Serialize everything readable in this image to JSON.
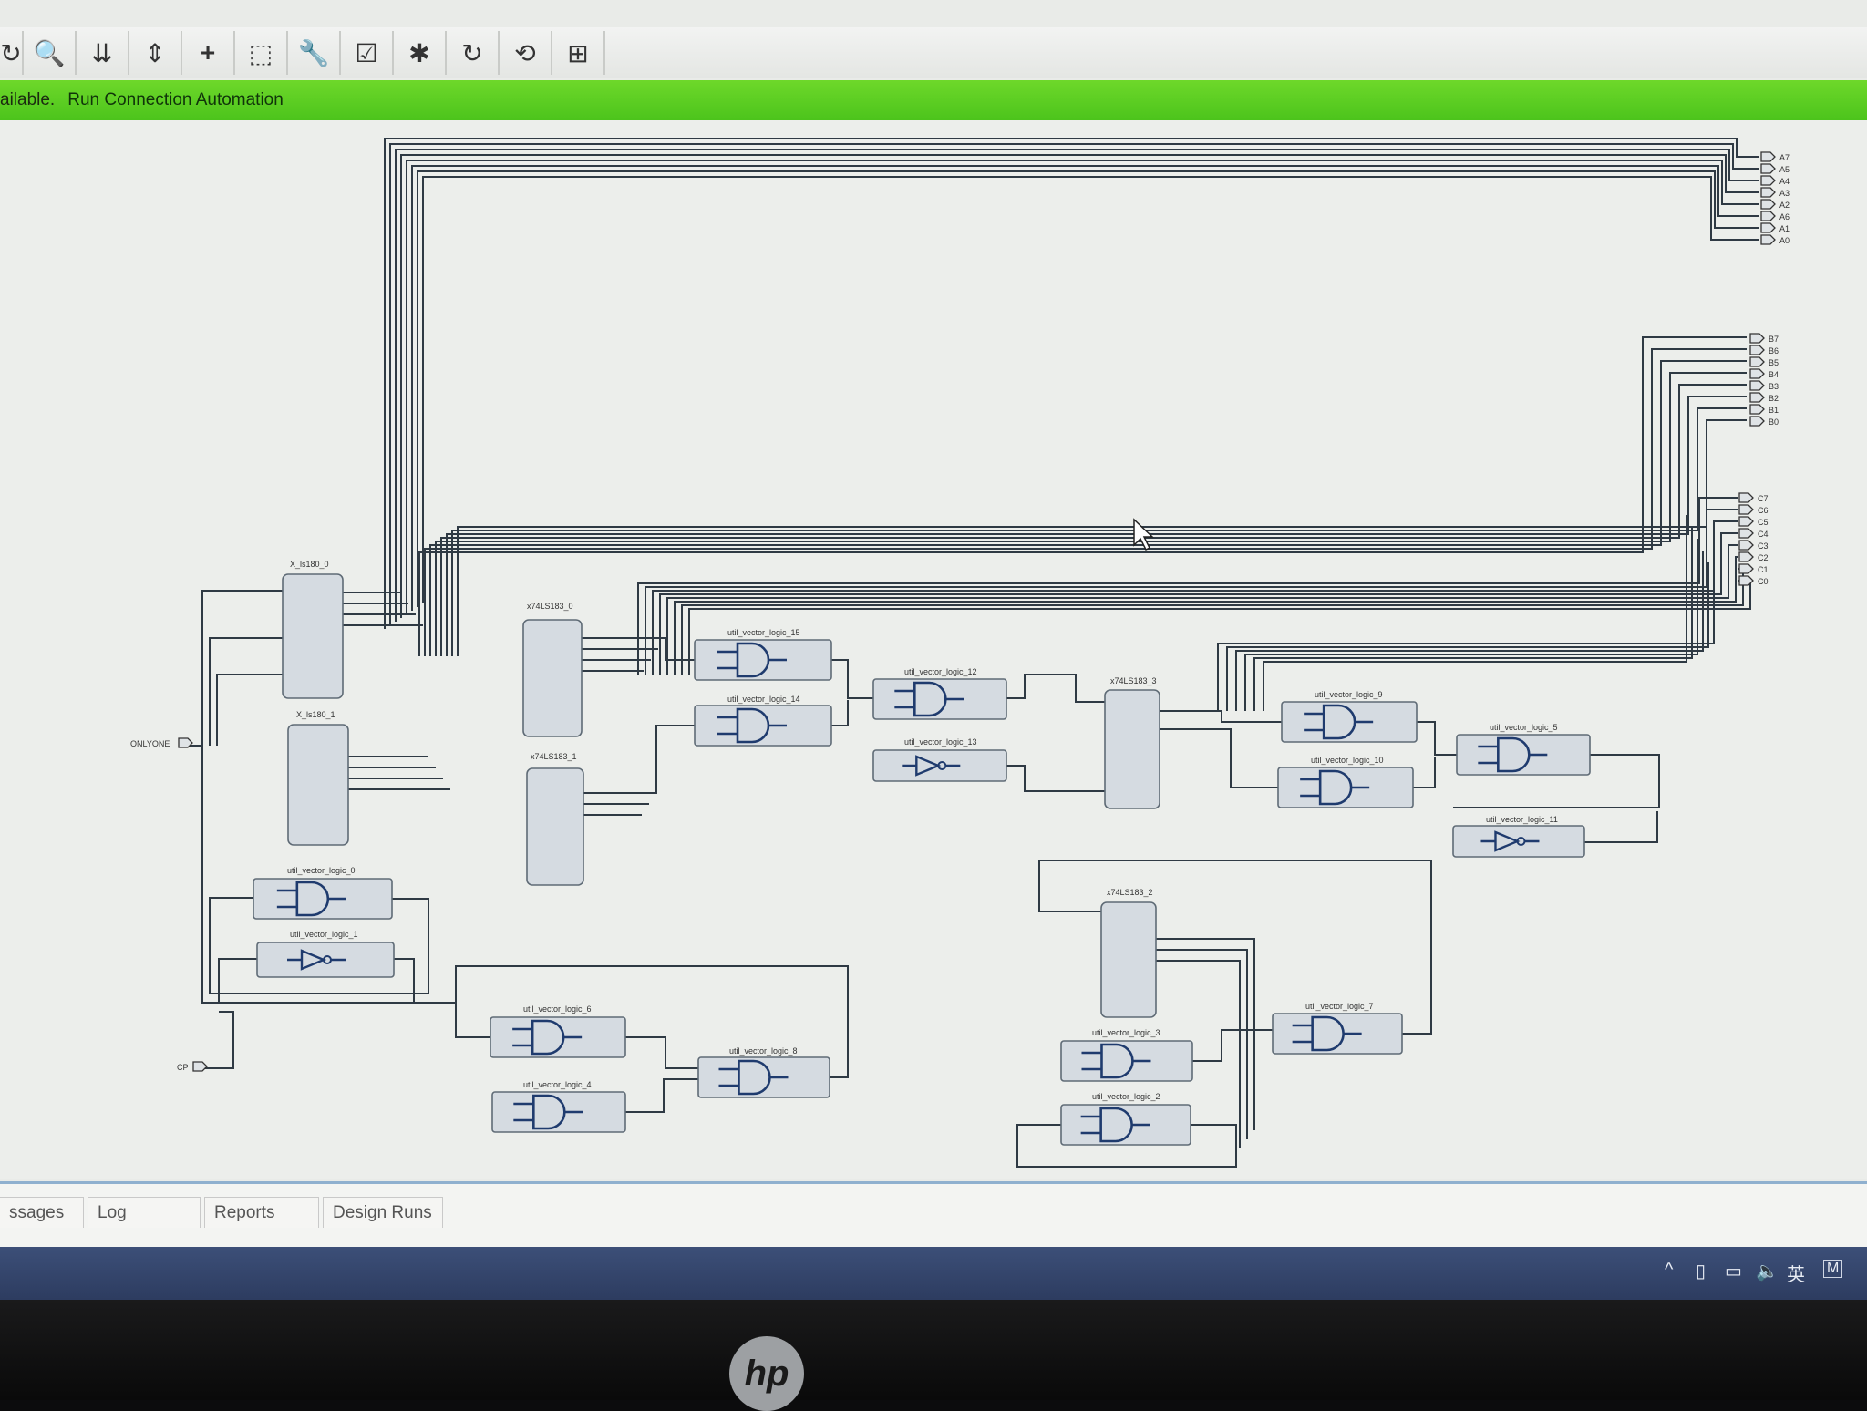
{
  "toolbar": {
    "buttons": [
      {
        "name": "redo-icon",
        "glyph": "↻"
      },
      {
        "name": "zoom-icon",
        "glyph": "🔍"
      },
      {
        "name": "collapse-all-icon",
        "glyph": "⇊"
      },
      {
        "name": "expand-icon",
        "glyph": "⇕"
      },
      {
        "name": "add-ip-icon",
        "glyph": "+"
      },
      {
        "name": "select-area-icon",
        "glyph": "⬚"
      },
      {
        "name": "wrench-icon",
        "glyph": "🔧"
      },
      {
        "name": "validate-icon",
        "glyph": "☑"
      },
      {
        "name": "pin-icon",
        "glyph": "✱"
      },
      {
        "name": "refresh-icon",
        "glyph": "↻"
      },
      {
        "name": "regenerate-layout-icon",
        "glyph": "⟲"
      },
      {
        "name": "port-icon",
        "glyph": "⊞"
      }
    ]
  },
  "banner": {
    "text": "ailable.",
    "link": "Run Connection Automation"
  },
  "blocks": {
    "xls180_0": "X_ls180_0",
    "xls180_1": "X_ls180_1",
    "x74ls183_0": "x74LS183_0",
    "x74ls183_1": "x74LS183_1",
    "x74ls183_2": "x74LS183_2",
    "x74ls183_3": "x74LS183_3",
    "uvl_0": "util_vector_logic_0",
    "uvl_1": "util_vector_logic_1",
    "uvl_2": "util_vector_logic_2",
    "uvl_3": "util_vector_logic_3",
    "uvl_4": "util_vector_logic_4",
    "uvl_5": "util_vector_logic_5",
    "uvl_6": "util_vector_logic_6",
    "uvl_7": "util_vector_logic_7",
    "uvl_8": "util_vector_logic_8",
    "uvl_9": "util_vector_logic_9",
    "uvl_10": "util_vector_logic_10",
    "uvl_11": "util_vector_logic_11",
    "uvl_12": "util_vector_logic_12",
    "uvl_13": "util_vector_logic_13",
    "uvl_14": "util_vector_logic_14",
    "uvl_15": "util_vector_logic_15"
  },
  "ports": {
    "inputs": {
      "onlyone": "ONLYONE",
      "cp": "CP"
    },
    "group_a": [
      "A7",
      "A5",
      "A4",
      "A3",
      "A2",
      "A6",
      "A1",
      "A0"
    ],
    "group_b": [
      "B7",
      "B6",
      "B5",
      "B4",
      "B3",
      "B2",
      "B1",
      "B0"
    ],
    "group_c": [
      "C7",
      "C6",
      "C5",
      "C4",
      "C3",
      "C2",
      "C1",
      "C0"
    ]
  },
  "tabs": {
    "messages": "ssages",
    "log": "Log",
    "reports": "Reports",
    "design_runs": "Design Runs"
  },
  "tray": {
    "ime": "英",
    "chevron": "^"
  },
  "brand": "hp"
}
